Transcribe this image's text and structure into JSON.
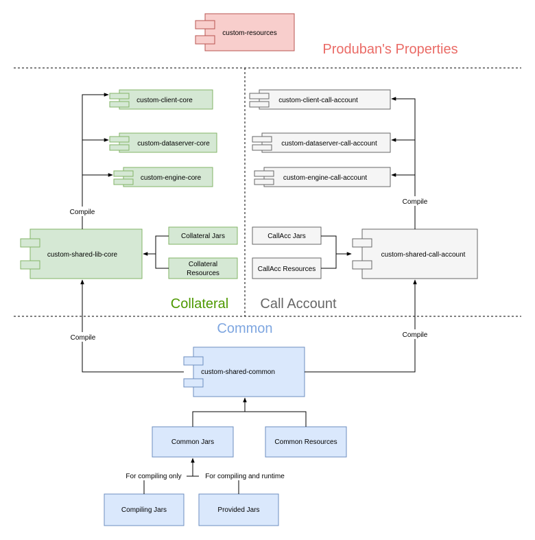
{
  "colors": {
    "produban": "#ea6b66",
    "collateral": "#4d9900",
    "call_account": "#666666",
    "common": "#7ea6e0",
    "green_fill": "#d5e8d4",
    "green_stroke": "#82b366",
    "grey_fill": "#f5f5f5",
    "grey_stroke": "#666666",
    "blue_fill": "#dae8fc",
    "blue_stroke": "#6c8ebf",
    "red_fill": "#f8cecc",
    "red_stroke": "#b85450"
  },
  "sections": {
    "produban": "Produban's Properties",
    "collateral": "Collateral",
    "call_account": "Call Account",
    "common": "Common"
  },
  "components": {
    "custom_resources": "custom-resources",
    "custom_client_core": "custom-client-core",
    "custom_dataserver_core": "custom-dataserver-core",
    "custom_engine_core": "custom-engine-core",
    "custom_shared_lib_core": "custom-shared-lib-core",
    "custom_client_call_account": "custom-client-call-account",
    "custom_dataserver_call_account": "custom-dataserver-call-account",
    "custom_engine_call_account": "custom-engine-call-account",
    "custom_shared_call_account": "custom-shared-call-account",
    "custom_shared_common": "custom-shared-common"
  },
  "boxes": {
    "collateral_jars": "Collateral Jars",
    "collateral_resources_line1": "Collateral",
    "collateral_resources_line2": "Resources",
    "callacc_jars": "CallAcc Jars",
    "callacc_resources": "CallAcc Resources",
    "common_jars": "Common Jars",
    "common_resources": "Common Resources",
    "compiling_jars": "Compiling Jars",
    "provided_jars": "Provided Jars"
  },
  "edges": {
    "compile": "Compile",
    "for_compiling_only": "For compiling only",
    "for_compiling_and_runtime": "For compiling and runtime"
  }
}
